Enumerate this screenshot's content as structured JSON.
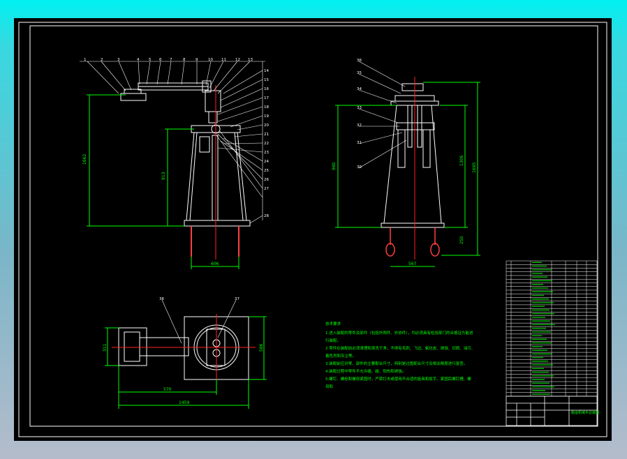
{
  "colors": {
    "background_top": "#00f0f0",
    "background_bottom": "#b4bccb",
    "sheet": "#000000",
    "line": "#ffffff",
    "centerline": "#ff2020",
    "dimension": "#00ff00",
    "part_label": "#ffffff",
    "notes_text": "#00ff00"
  },
  "top_balloons": [
    "1",
    "2",
    "3",
    "4",
    "5",
    "6",
    "7",
    "8",
    "9",
    "10",
    "11",
    "12",
    "13"
  ],
  "right_balloons": [
    "14",
    "15",
    "16",
    "17",
    "18",
    "19",
    "20",
    "21",
    "22",
    "23",
    "24",
    "25",
    "26",
    "27",
    "28"
  ],
  "left_view_dims": [
    "1662",
    "913",
    "606"
  ],
  "side_view_balloons": [
    "36",
    "35",
    "34",
    "33",
    "32",
    "31",
    "30"
  ],
  "side_view_dims": [
    "980",
    "1306",
    "1695",
    "250",
    "567"
  ],
  "plan_view_balloons": [
    "36",
    "37"
  ],
  "plan_view_dims": [
    "311",
    "570",
    "1459",
    "586"
  ],
  "notes": {
    "title": "技术要求",
    "lines": [
      "1.进入装配的零件及部件（包括外购件、外协件），均必须具有检验部门的合格证方能进",
      "行装配。",
      "2.零件在装配前必须清理和清洗干净，不得有毛刺、飞边、氧化皮、锈蚀、切屑、油污、",
      "着色剂和灰尘等。",
      "3.装配前应对零、部件的主要配合尺寸，特别是过盈配合尺寸及相关精度进行复查。",
      "4.装配过程中零件不允许磕、碰、划伤和锈蚀。",
      "5.螺钉、螺栓和螺母紧固时，严禁打击或使用不合适的旋具和扳手。紧固后螺钉槽、螺",
      "母和"
    ]
  },
  "title_block": {
    "drawing_name": "搬运机械手总装图"
  }
}
